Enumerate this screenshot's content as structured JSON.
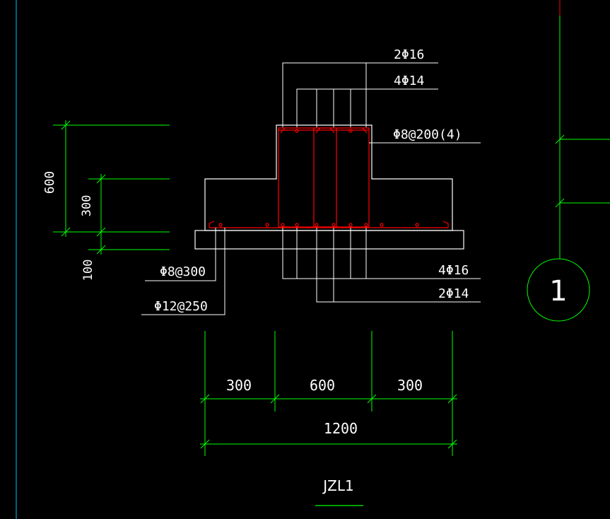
{
  "title": "JZL1",
  "axis_label": "1",
  "rebar": {
    "top_layer_1": "2Φ16",
    "top_layer_2": "4Φ14",
    "stirrup": "Φ8@200(4)",
    "bottom_main": "4Φ16",
    "bottom_extra": "2Φ14",
    "flange_dist": "Φ8@300",
    "flange_main": "Φ12@250"
  },
  "dimensions": {
    "height_total": "600",
    "flange_thickness": "300",
    "cushion": "100",
    "left_flange": "300",
    "rib_width": "600",
    "right_flange": "300",
    "total_width": "1200"
  },
  "colors": {
    "background": "#000000",
    "outline": "#ffffff",
    "dimension": "#00ff00",
    "rebar": "#ff0000",
    "frame": "#00bfff"
  }
}
